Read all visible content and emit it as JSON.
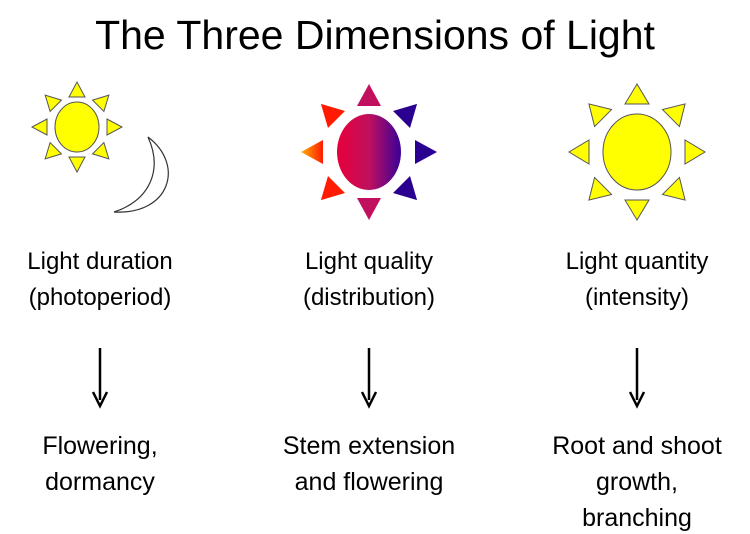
{
  "title": "The Three Dimensions of Light",
  "columns": [
    {
      "line1": "Light duration",
      "line2": "(photoperiod)",
      "effect1": "Flowering,",
      "effect2": "dormancy",
      "effect3": "",
      "icon": "sun-and-moon-icon"
    },
    {
      "line1": "Light quality",
      "line2": "(distribution)",
      "effect1": "Stem extension",
      "effect2": "and flowering",
      "effect3": "",
      "icon": "spectrum-sun-icon"
    },
    {
      "line1": "Light quantity",
      "line2": "(intensity)",
      "effect1": "Root and shoot",
      "effect2": "growth,",
      "effect3": "branching",
      "icon": "large-sun-icon"
    }
  ],
  "colors": {
    "sun": "#ffff00",
    "red": "#ff1a00",
    "magenta": "#c0105e",
    "violet": "#2a0090"
  }
}
